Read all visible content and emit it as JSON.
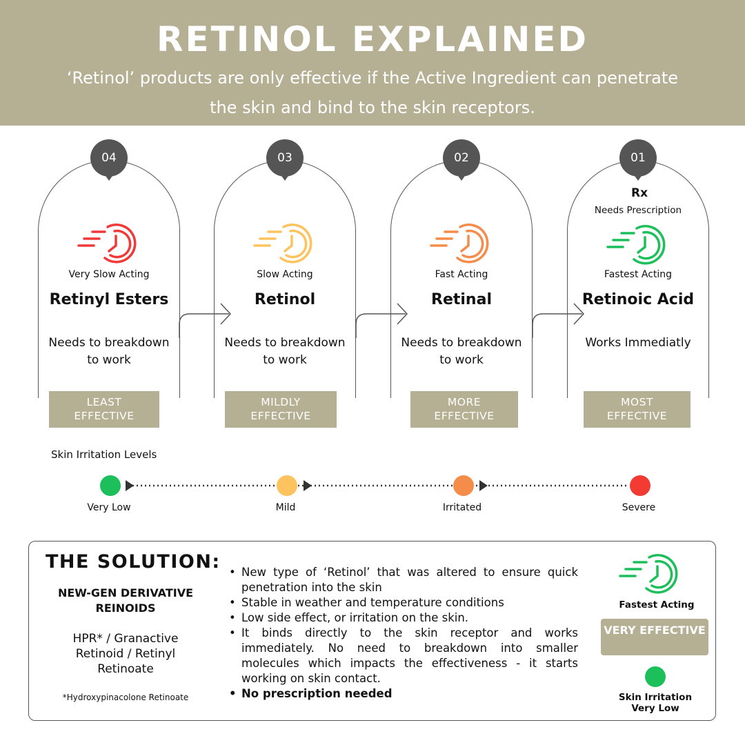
{
  "header": {
    "title": "RETINOL EXPLAINED",
    "subtitle": "‘Retinol’ products are only effective if the Active Ingredient can penetrate the skin and bind to the skin receptors."
  },
  "colors": {
    "header_bg": "#b5b094",
    "badge_bg": "#b5af93",
    "red": "#f03a3a",
    "yellow": "#fcc35e",
    "orange": "#f58c4a",
    "green": "#1dbf5b"
  },
  "cards": [
    {
      "number": "04",
      "speed": "Very Slow Acting",
      "name": "Retinyl Esters",
      "desc": "Needs to breakdown to work",
      "badge": "LEAST EFFECTIVE",
      "color": "#f03a3a",
      "icon": "fast-clock-icon"
    },
    {
      "number": "03",
      "speed": "Slow Acting",
      "name": "Retinol",
      "desc": "Needs to breakdown to work",
      "badge": "MILDLY EFFECTIVE",
      "color": "#fcc35e",
      "icon": "fast-clock-icon"
    },
    {
      "number": "02",
      "speed": "Fast Acting",
      "name": "Retinal",
      "desc": "Needs to breakdown to work",
      "badge": "MORE EFFECTIVE",
      "color": "#f58c4a",
      "icon": "fast-clock-icon"
    },
    {
      "number": "01",
      "rx": "Rx",
      "prescription": "Needs Prescription",
      "speed": "Fastest Acting",
      "name": "Retinoic Acid",
      "desc": "Works Immediatly",
      "badge": "MOST EFFECTIVE",
      "color": "#1dbf5b",
      "icon": "fast-clock-icon"
    }
  ],
  "irritation": {
    "title": "Skin Irritation Levels",
    "levels": [
      {
        "label": "Very Low",
        "color": "#1dbf5b"
      },
      {
        "label": "Mild",
        "color": "#fcc35e"
      },
      {
        "label": "Irritated",
        "color": "#f58c4a"
      },
      {
        "label": "Severe",
        "color": "#f33a33"
      }
    ]
  },
  "solution": {
    "title": "THE SOLUTION:",
    "subtitle": "NEW-GEN DERIVATIVE REINOIDS",
    "names": "HPR* / Granactive Retinoid / Retinyl Retinoate",
    "footnote": "*Hydroxypinacolone Retinoate",
    "bullets": [
      "New type of ‘Retinol’ that was altered to ensure quick penetration into the skin",
      "Stable in weather and temperature conditions",
      "Low side effect, or irritation on the skin.",
      "It binds directly to the skin receptor and works immediately. No need to breakdown into smaller molecules which impacts the effectiveness - it starts working on skin contact."
    ],
    "bold_bullet": "No prescription needed",
    "speed": "Fastest Acting",
    "badge": "VERY EFFECTIVE",
    "irritation": "Skin Irritation Very Low"
  }
}
